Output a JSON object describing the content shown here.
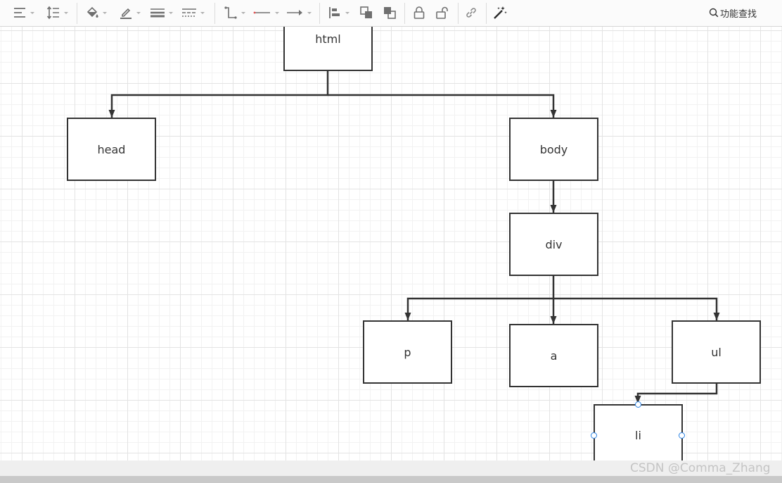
{
  "toolbar": {
    "icons": [
      "align-text-icon",
      "line-spacing-icon",
      "fill-color-icon",
      "line-color-icon",
      "line-width-icon",
      "line-dash-icon",
      "connector-style-icon",
      "line-start-icon",
      "line-end-icon",
      "align-shapes-icon",
      "bring-to-front-icon",
      "send-to-back-icon",
      "lock-icon",
      "unlock-icon",
      "link-icon",
      "magic-wand-icon"
    ],
    "search_label": "功能查找"
  },
  "diagram": {
    "nodes": {
      "html": "html",
      "head": "head",
      "body": "body",
      "div": "div",
      "p": "p",
      "a": "a",
      "ul": "ul",
      "li": "li"
    },
    "selected": "li"
  },
  "watermark": "CSDN @Comma_Zhang",
  "colors": {
    "stroke": "#333333",
    "selection": "#2a82e4",
    "grid": "#e3e3e3",
    "toolbar_bg": "#fbfbfb"
  }
}
